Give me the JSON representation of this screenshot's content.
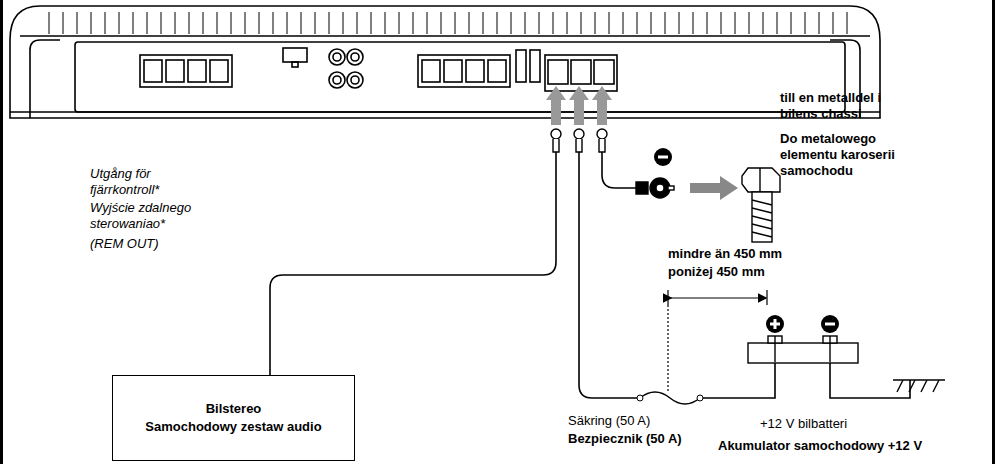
{
  "diagram": {
    "nodes": [
      {
        "text": [
          "Bilstereo",
          "Samochodowy zestaw audio"
        ]
      }
    ],
    "labels": [
      "till en metalldel i bilens chassi",
      "Do metalowego elementu karoserii samochodu",
      "Utgång för fjärrkontroll*",
      "Wyjście zdalnego sterowaniao*",
      "(REM OUT)",
      "mindre än 450 mm",
      "poniżej 450 mm",
      "Säkring (50 A)",
      "Bezpiecznik (50 A)",
      "+12 V bilbatteri",
      "Akumulator samochodowy +12 V"
    ]
  }
}
